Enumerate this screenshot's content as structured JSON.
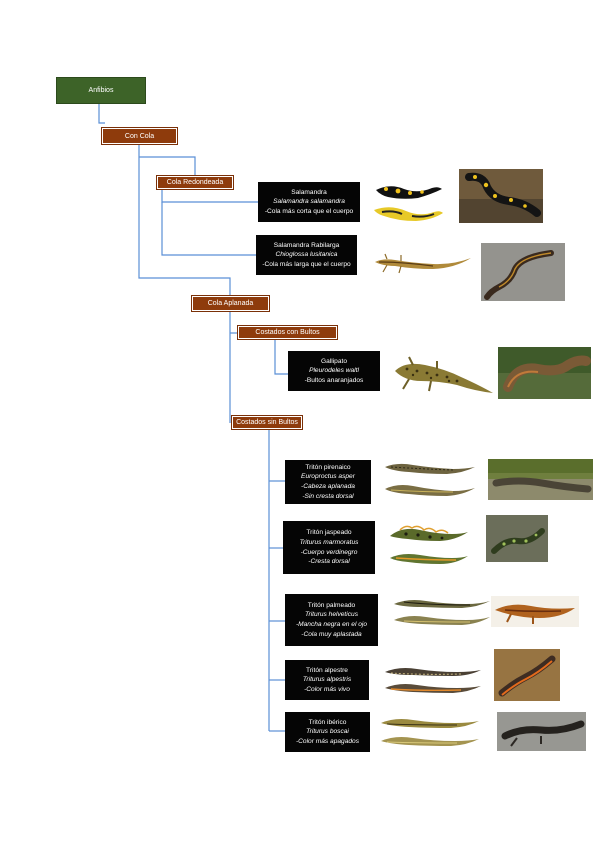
{
  "tree": {
    "root": "Anfibios",
    "cola_cola": "Con Cola",
    "cola_redondeada": "Cola Redondeada",
    "cola_aplanada": "Cola Aplanada",
    "costados_bultos": "Costados con Bultos",
    "costados_sin_bultos": "Costados sin Bultos"
  },
  "species": [
    {
      "name": "Salamandra",
      "latin": "Salamandra salamandra",
      "traits": [
        "-Cola más corta que el cuerpo"
      ]
    },
    {
      "name": "Salamandra Rabilarga",
      "latin": "Chioglossa lusitanica",
      "traits": [
        "-Cola más larga que el cuerpo"
      ]
    },
    {
      "name": "Gallipato",
      "latin": "Pleurodeles waltl",
      "traits": [
        "-Bultos anaranjados"
      ]
    },
    {
      "name": "Tritón pirenaico",
      "latin": "Europroctus asper",
      "traits": [
        "-Cabeza aplanada",
        "-Sin cresta dorsal"
      ]
    },
    {
      "name": "Tritón jaspeado",
      "latin": "Triturus marmoratus",
      "traits": [
        "-Cuerpo verdinegro",
        "-Cresta dorsal"
      ]
    },
    {
      "name": "Tritón palmeado",
      "latin": "Triturus helveticus",
      "traits": [
        "-Mancha negra en el ojo",
        "-Cola muy aplastada"
      ]
    },
    {
      "name": "Tritón alpestre",
      "latin": "Triturus alpestris",
      "traits": [
        "-Color más vivo"
      ]
    },
    {
      "name": "Tritón ibérico",
      "latin": "Triturus boscai",
      "traits": [
        "-Color más apagados"
      ]
    }
  ],
  "colors": {
    "root": "#3d6328",
    "category": "#8e3b0c",
    "card": "#050505",
    "connector": "#5b8fd6"
  }
}
